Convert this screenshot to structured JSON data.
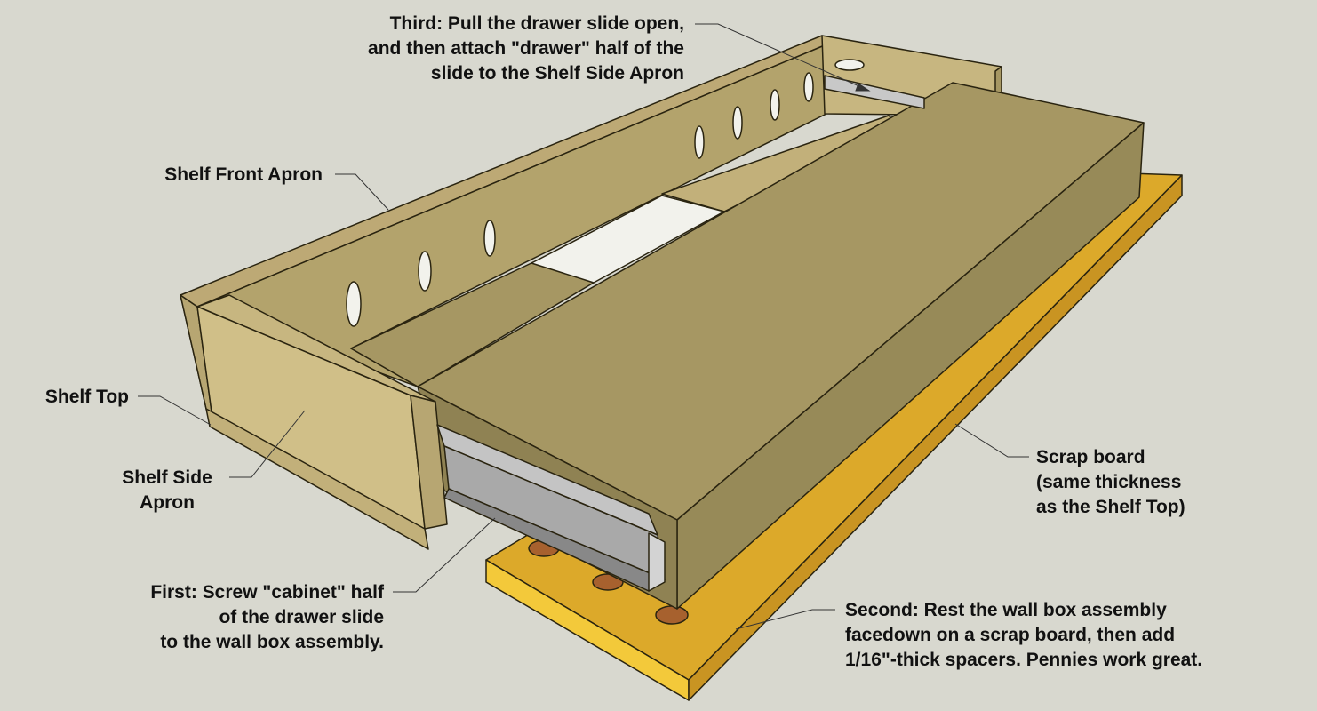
{
  "colors": {
    "background": "#d8d8cf",
    "wood_top": "#a69763",
    "wood_light": "#c7b680",
    "wood_mid": "#b2a26c",
    "wood_dark": "#8f8253",
    "scrap_board": "#dca92a",
    "scrap_board_edge": "#f3c93a",
    "slide_metal": "#a9a9a9",
    "penny": "#a7612e"
  },
  "labels": {
    "third": [
      "Third: Pull the drawer slide open,",
      "and then attach \"drawer\" half of the",
      "slide to the Shelf Side Apron"
    ],
    "front_apron": [
      "Shelf Front Apron"
    ],
    "shelf_top": [
      "Shelf Top"
    ],
    "side_apron": [
      "Shelf Side",
      "Apron"
    ],
    "scrap": [
      "Scrap board",
      "(same thickness",
      "as the Shelf Top)"
    ],
    "first": [
      "First: Screw \"cabinet\" half",
      "of the drawer slide",
      "to the wall box assembly."
    ],
    "second": [
      "Second: Rest the wall box assembly",
      "facedown on a scrap board, then add",
      "1/16\"-thick spacers. Pennies work great."
    ]
  }
}
